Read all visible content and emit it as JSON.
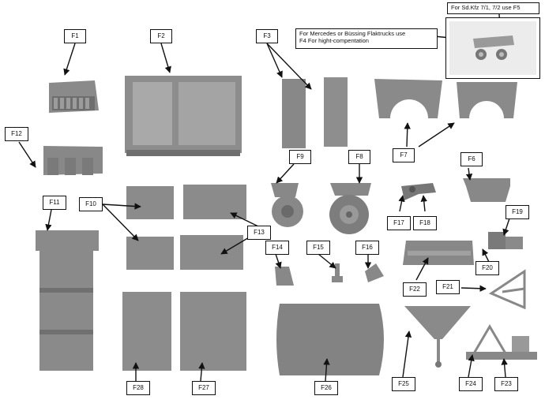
{
  "sheet": {
    "background": "#ffffff",
    "part_color": "#8c8c8c",
    "labels": {
      "f1": "F1",
      "f2": "F2",
      "f3": "F3",
      "f5_note": "For Sd.Kfz 7/1, 7/2  use F5",
      "f4_note_line1": "For Mercedes or Büssing Flaktrucks use",
      "f4_note_line2": "F4 For hight-compentation",
      "f6": "F6",
      "f7": "F7",
      "f8": "F8",
      "f9": "F9",
      "f10": "F10",
      "f11": "F11",
      "f12": "F12",
      "f13": "F13",
      "f14": "F14",
      "f15": "F15",
      "f16": "F16",
      "f17": "F17",
      "f18": "F18",
      "f19": "F19",
      "f20": "F20",
      "f21": "F21",
      "f22": "F22",
      "f23": "F23",
      "f24": "F24",
      "f25": "F25",
      "f26": "F26",
      "f27": "F27",
      "f28": "F28"
    }
  }
}
